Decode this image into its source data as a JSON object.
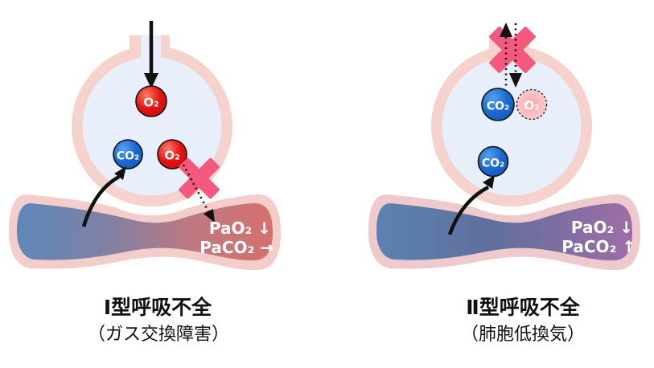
{
  "figure": {
    "description": "Comparison diagram of respiratory failure types: alveolus with capillary blood vessel",
    "panels": [
      {
        "id": "type1",
        "title": "Ⅰ型呼吸不全",
        "subtitle": "（ガス交換障害）",
        "vessel_labels": {
          "pao2": "PaO₂ ↓",
          "paco2": "PaCO₂ →"
        },
        "molecules": {
          "o2_top": "O₂",
          "co2": "CO₂",
          "o2_blocked": "O₂"
        }
      },
      {
        "id": "type2",
        "title": "Ⅱ型呼吸不全",
        "subtitle": "（肺胞低換気）",
        "vessel_labels": {
          "pao2": "PaO₂ ↓",
          "paco2": "PaCO₂ ↑"
        },
        "molecules": {
          "co2_top": "CO₂",
          "o2_faded": "O₂",
          "co2_bottom": "CO₂"
        }
      }
    ]
  },
  "colors": {
    "alveolus_wall": "#f5d2cc",
    "alveolus_interior": "#e9eefb",
    "vessel_band_left": "#f3cdc9",
    "vessel_band_right": "#eecacd",
    "vessel_blue": "#5d88b9",
    "vessel_red": "#d4716d",
    "vessel_purple": "#9e6ea6",
    "o2_red": "#e01313",
    "co2_blue": "#1b6ad4",
    "o2_faded_pink": "#f9b6bb",
    "block_x": "#f4587c",
    "arrow_black": "#111111"
  }
}
